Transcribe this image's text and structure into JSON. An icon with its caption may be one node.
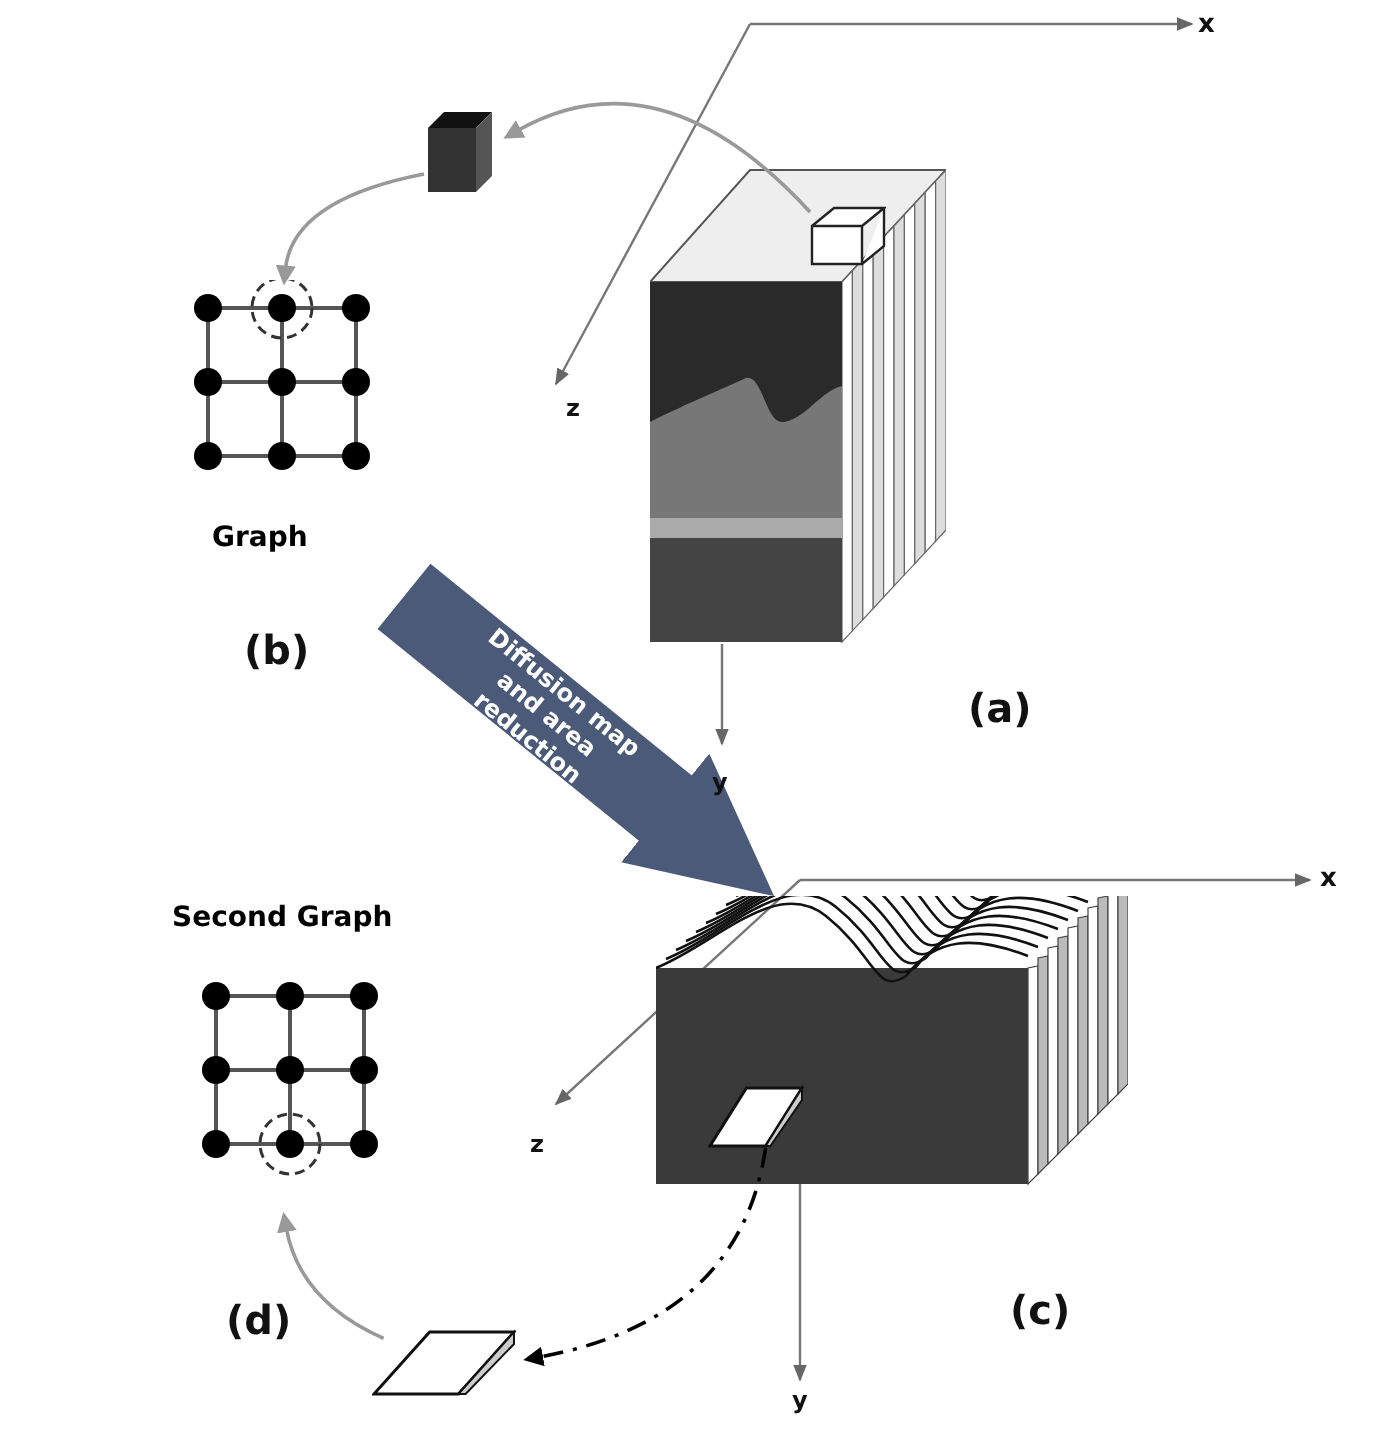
{
  "diagram": {
    "nodes": [
      {
        "text": [],
        "shape": "picture"
      },
      {
        "text": [],
        "shape": "box",
        "in": 0
      },
      {
        "text": [],
        "shape": "box"
      },
      {
        "text": [
          "Graph"
        ]
      },
      {
        "text": [],
        "shape": "picture"
      },
      {
        "text": [],
        "shape": "box",
        "in": 4
      },
      {
        "text": [],
        "shape": "box"
      },
      {
        "text": [
          "Second Graph"
        ]
      }
    ],
    "edges": [
      {
        "from": 1,
        "to": 2,
        "arrow": "to"
      },
      {
        "from": 2,
        "to": 3,
        "arrow": "to"
      },
      {
        "from": 3,
        "to": 4,
        "arrow": "to",
        "label": "Diffusion map and area reduction",
        "style": "thick",
        "color": "#4a5a78"
      },
      {
        "from": 5,
        "to": 6,
        "arrow": "to",
        "style": "dashed",
        "color": "#000000"
      },
      {
        "from": 6,
        "to": 7,
        "arrow": "to"
      }
    ],
    "labels": [
      "x",
      "z",
      "(b)",
      "(a)",
      "y",
      "x",
      "z",
      "(c)",
      "(d)",
      "y"
    ]
  }
}
